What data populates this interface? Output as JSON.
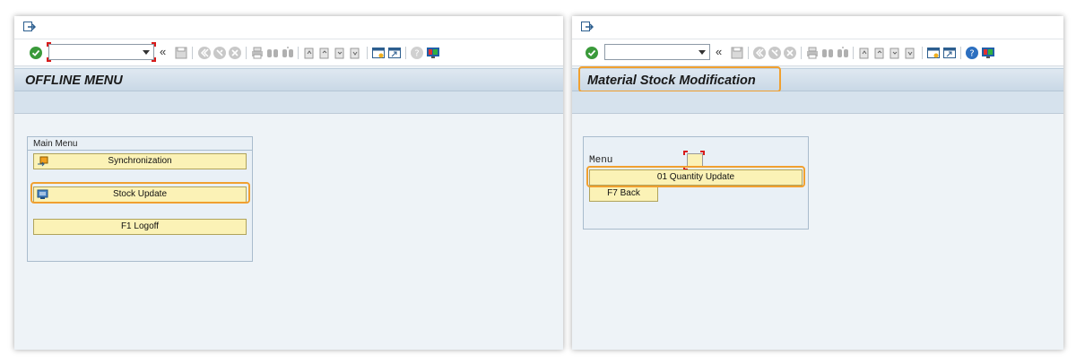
{
  "left": {
    "title": "OFFLINE MENU",
    "group_title": "Main Menu",
    "buttons": {
      "sync": "Synchronization",
      "stock": "Stock Update",
      "logoff": "F1 Logoff"
    }
  },
  "right": {
    "title": "Material Stock Modification",
    "menu_label": "Menu",
    "buttons": {
      "qty": "01 Quantity Update",
      "back": "F7 Back"
    }
  },
  "toolbar": {
    "back_double": "«"
  },
  "colors": {
    "highlight": "#f0a030",
    "button_fill": "#fbf2b6",
    "title_bar": "#c9d8e6"
  }
}
